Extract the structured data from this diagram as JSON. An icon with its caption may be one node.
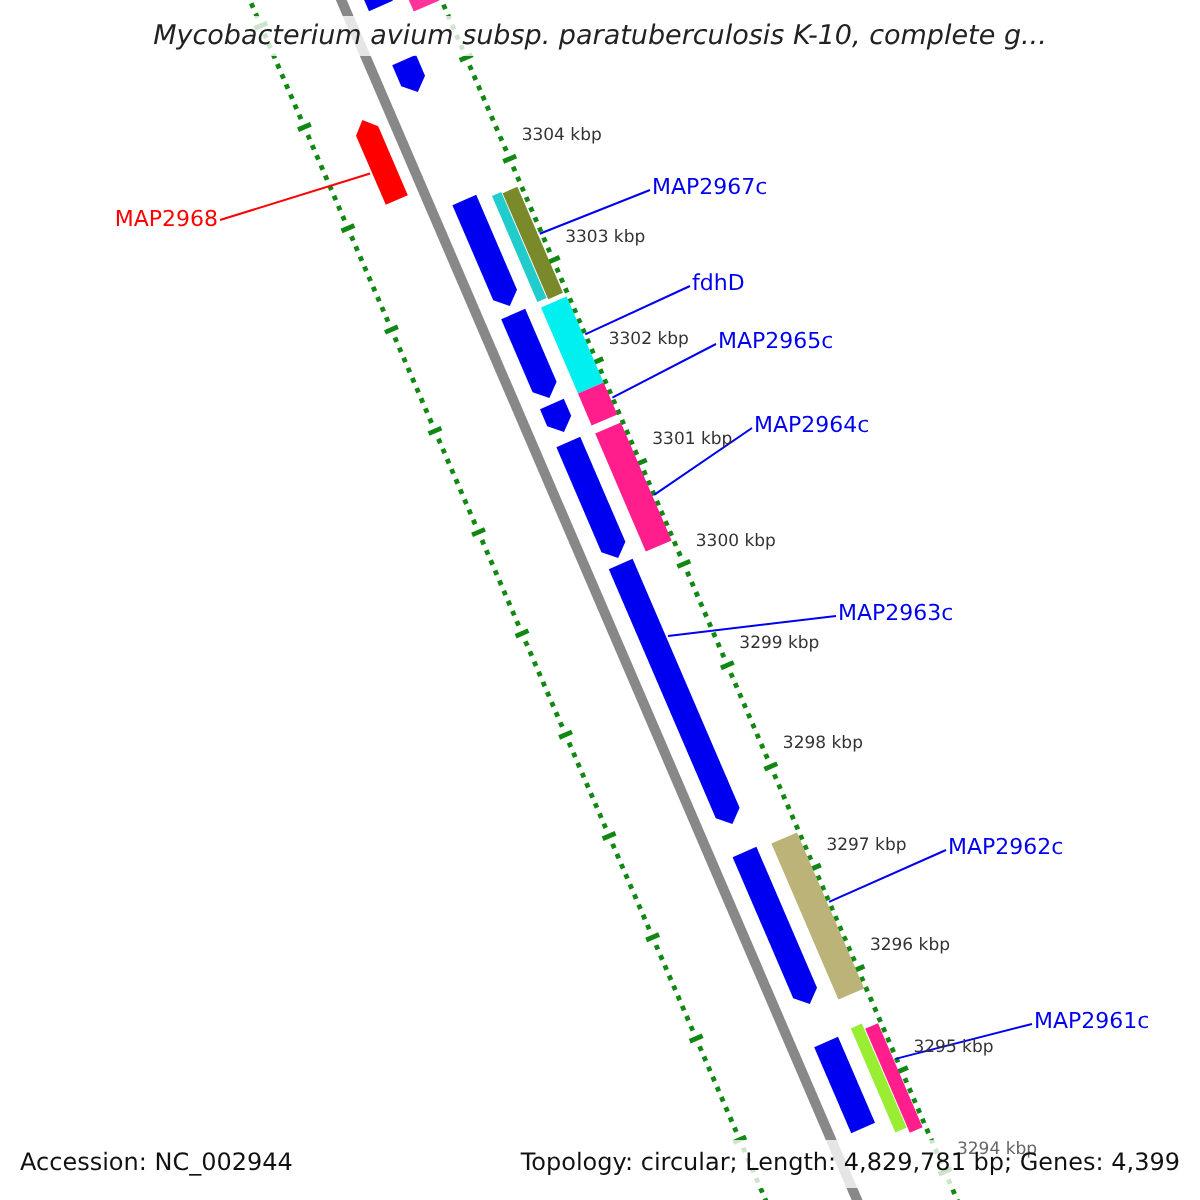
{
  "diagram": {
    "title": "Mycobacterium avium subsp. paratuberculosis K-10, complete g...",
    "nodes": [
      {
        "text": [
          "MAP2968"
        ]
      },
      {
        "text": [
          "MAP2967c"
        ]
      },
      {
        "text": [
          "fdhD"
        ]
      },
      {
        "text": [
          "MAP2965c"
        ]
      },
      {
        "text": [
          "MAP2964c"
        ]
      },
      {
        "text": [
          "MAP2963c"
        ]
      },
      {
        "text": [
          "MAP2962c"
        ]
      },
      {
        "text": [
          "MAP2961c"
        ]
      },
      {
        "text": [],
        "shape": "bar"
      },
      {
        "text": [],
        "shape": "bar"
      },
      {
        "text": [],
        "shape": "bar"
      },
      {
        "text": [],
        "shape": "bar"
      },
      {
        "text": [],
        "shape": "bar"
      },
      {
        "text": [],
        "shape": "bar"
      },
      {
        "text": [],
        "shape": "bar"
      },
      {
        "text": [],
        "shape": "bar"
      },
      {
        "text": [],
        "shape": "bar"
      },
      {
        "text": [],
        "shape": "bar"
      },
      {
        "text": [],
        "shape": "bar"
      },
      {
        "text": [],
        "shape": "bar"
      },
      {
        "text": [],
        "shape": "bar"
      },
      {
        "text": [],
        "shape": "bar"
      },
      {
        "text": [],
        "shape": "bar"
      },
      {
        "text": [],
        "shape": "bar"
      },
      {
        "text": [],
        "shape": "bar"
      },
      {
        "text": [],
        "shape": "bar"
      },
      {
        "text": [],
        "shape": "bar"
      }
    ],
    "edges": [
      {
        "from": 0,
        "to": 8,
        "arrow": "none",
        "color": "#ff0000"
      },
      {
        "from": 1,
        "to": 9,
        "arrow": "none"
      },
      {
        "from": 2,
        "to": 10,
        "arrow": "none"
      },
      {
        "from": 3,
        "to": 11,
        "arrow": "none"
      },
      {
        "from": 4,
        "to": 12,
        "arrow": "none"
      },
      {
        "from": 5,
        "to": 13,
        "arrow": "none"
      },
      {
        "from": 6,
        "to": 14,
        "arrow": "none"
      },
      {
        "from": 7,
        "to": 15,
        "arrow": "none"
      }
    ],
    "labels": [
      "3304 kbp",
      "3303 kbp",
      "3302 kbp",
      "3301 kbp",
      "3300 kbp",
      "3299 kbp",
      "3298 kbp",
      "3297 kbp",
      "3296 kbp",
      "3295 kbp",
      "3294 kbp",
      "Accession: NC_002944",
      "Topology: circular; Length: 4,829,781 bp; Genes: 4,399"
    ]
  }
}
